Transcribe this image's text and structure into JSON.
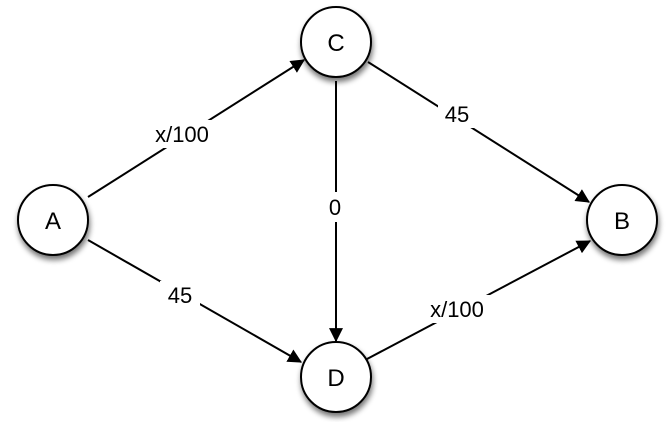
{
  "nodes": {
    "A": "A",
    "B": "B",
    "C": "C",
    "D": "D"
  },
  "edges": {
    "a_c": "x/100",
    "c_b": "45",
    "c_d": "0",
    "a_d": "45",
    "d_b": "x/100"
  },
  "colors": {
    "stroke": "#000000",
    "fill": "#ffffff"
  }
}
